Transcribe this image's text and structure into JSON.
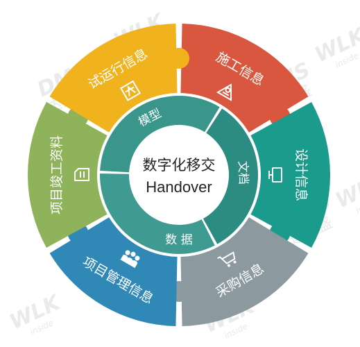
{
  "center": {
    "line1": "数字化移交",
    "line2": "Handover"
  },
  "inner_ring": [
    {
      "label": "文档",
      "color": "#2c8c82"
    },
    {
      "label": "数 据",
      "color": "#3f9b91"
    },
    {
      "label": "模型",
      "color": "#3a958b"
    }
  ],
  "segments": [
    {
      "label": "施工信息",
      "color": "#d9573f",
      "icon": "construction-warning-icon"
    },
    {
      "label": "设计信息",
      "color": "#1a9b8c",
      "icon": "monitor-icon"
    },
    {
      "label": "采购信息",
      "color": "#8c9aa0",
      "icon": "shopping-cart-icon"
    },
    {
      "label": "项目管理信息",
      "color": "#2f88b6",
      "icon": "team-people-icon"
    },
    {
      "label": "项目竣工资料",
      "color": "#8eb35a",
      "icon": "document-icon"
    },
    {
      "label": "试运行信息",
      "color": "#f0b21d",
      "icon": "scale-frame-icon"
    }
  ],
  "watermark": {
    "brand": "WLK",
    "logo": "DMS",
    "cn": "达美盛",
    "sub": "inside"
  }
}
